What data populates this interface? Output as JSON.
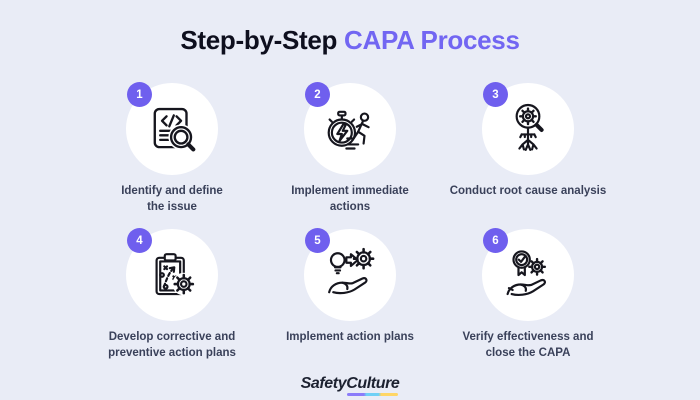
{
  "title": {
    "prefix": "Step-by-Step",
    "accent": "CAPA Process"
  },
  "steps": [
    {
      "number": "1",
      "label": "Identify and define\nthe issue",
      "icon": "document-code-magnifier-icon"
    },
    {
      "number": "2",
      "label": "Implement immediate\nactions",
      "icon": "stopwatch-lightning-runner-icon"
    },
    {
      "number": "3",
      "label": "Conduct root cause analysis",
      "icon": "magnifier-gear-roots-icon"
    },
    {
      "number": "4",
      "label": "Develop corrective and\npreventive action plans",
      "icon": "clipboard-strategy-gear-icon"
    },
    {
      "number": "5",
      "label": "Implement action plans",
      "icon": "lightbulb-arrow-gear-hand-icon"
    },
    {
      "number": "6",
      "label": "Verify effectiveness and\nclose the CAPA",
      "icon": "award-badge-gear-hand-icon"
    }
  ],
  "footer": {
    "logo_safety": "Safety",
    "logo_culture": "Culture"
  },
  "colors": {
    "background": "#E9ECF6",
    "accent": "#7266F2",
    "badge": "#6F5FEE",
    "title_dark": "#0E0F1E",
    "label": "#3A415A",
    "circle_bg": "#FFFFFF",
    "icon_stroke": "#16161E",
    "underline": [
      "#8B7CFA",
      "#6FD0F6",
      "#FFD666"
    ]
  }
}
